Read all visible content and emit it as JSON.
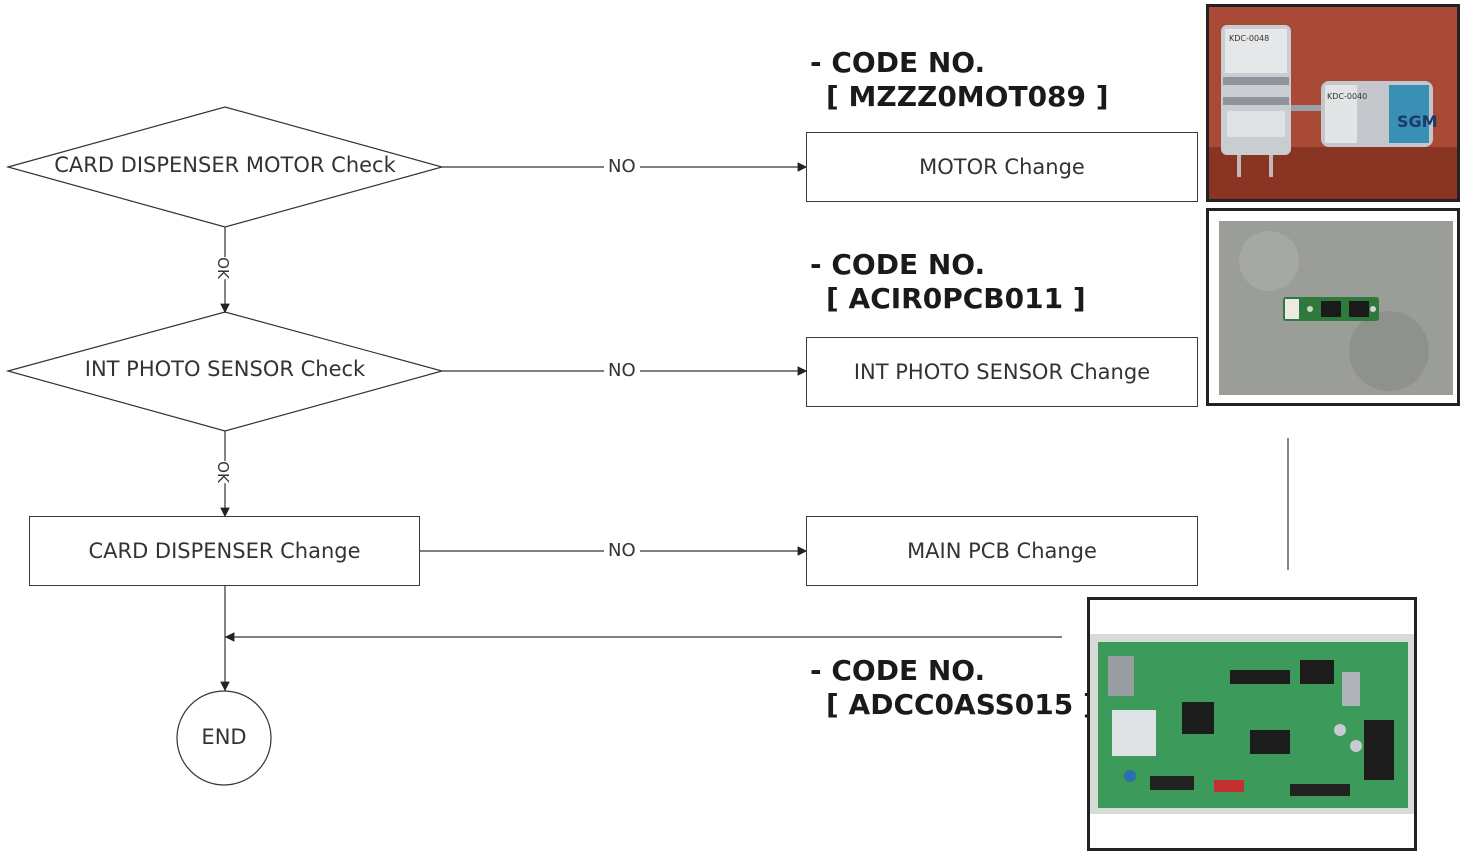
{
  "decisions": [
    {
      "label": "CARD DISPENSER MOTOR Check"
    },
    {
      "label": "INT PHOTO SENSOR Check"
    }
  ],
  "process": {
    "card_dispenser_change": "CARD DISPENSER Change"
  },
  "actions": [
    {
      "label": "MOTOR Change"
    },
    {
      "label": "INT PHOTO SENSOR Change"
    },
    {
      "label": "MAIN PCB Change"
    }
  ],
  "edge_labels": {
    "no": "NO",
    "ok": "OK"
  },
  "terminal": {
    "end": "END"
  },
  "codes": [
    {
      "line1": "- CODE NO.",
      "line2": "[ MZZZ0MOT089 ]"
    },
    {
      "line1": "- CODE NO.",
      "line2": "[ ACIR0PCB011 ]"
    },
    {
      "line1": "- CODE NO.",
      "line2": "[ ADCC0ASS015 ]"
    }
  ],
  "photos": {
    "motor": {
      "label_1": "KDC-0048",
      "label_2": "KDC-0040",
      "brand": "SGM"
    }
  }
}
